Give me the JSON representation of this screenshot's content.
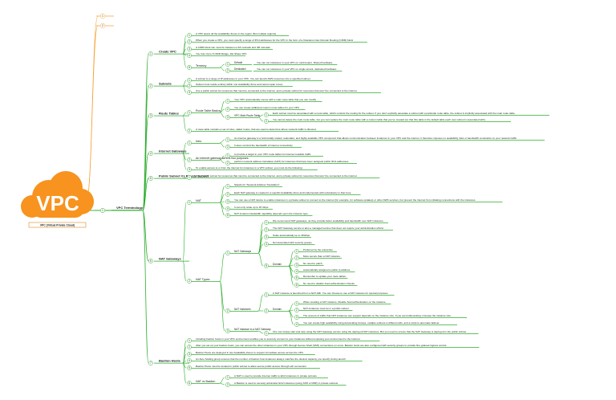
{
  "central": {
    "logo_text": "VPC",
    "title": "VPC (Virtual Private Cloud)"
  },
  "top_nodes": [
    "1",
    "2"
  ],
  "main": {
    "num": "1",
    "label": "VPC Terminology"
  },
  "branches": [
    {
      "num": "1",
      "label": "Create VPC",
      "children": [
        {
          "num": "1",
          "text": "A VPC spans all the Availability Zones in the region (Not multiple regions)"
        },
        {
          "num": "2",
          "text": "When you create a VPC, you must specify a range of IPv4 addresses for the VPC in the form of a Classless Inter-Domain Routing (CIDR) block"
        },
        {
          "num": "3",
          "text": "A CIDR block can must be between a /16 netmask and /28 netmask"
        },
        {
          "num": "4",
          "text": "You Can Up to 5 CIDR Range, We Share VPC"
        },
        {
          "num": "5",
          "text": "Tenancy",
          "children": [
            {
              "num": "1",
              "label": "Default",
              "text": "You can run instances in your VPC on multi tenant, Shared hardware."
            },
            {
              "num": "2",
              "label": "Dedicated",
              "text": "You can run instances in your VPC on single tenant, dedicated hardware."
            }
          ]
        }
      ]
    },
    {
      "num": "2",
      "label": "Subnets",
      "children": [
        {
          "num": "1",
          "text": "A subnet is a range of IP addresses in your VPC. You can launch AWS resources into a specified subnet."
        },
        {
          "num": "2",
          "text": "Subnet must reside entirely within one Availability Zone and cannot span zones"
        },
        {
          "num": "3",
          "text": "Use a public subnet for resources that must be connected to the internet, and a private subnet for resources that won't be connected to the internet."
        }
      ]
    },
    {
      "num": "3",
      "label": "Route Tables",
      "children": [
        {
          "num": "1",
          "text": "Route Table Basics",
          "children": [
            {
              "num": "1",
              "text": "Your VPC automatically comes with a main route table that you can modify."
            },
            {
              "num": "2",
              "text": "You can create additional custom route tables for your VPC."
            },
            {
              "num": "3",
              "text": "VPC Main Route Table",
              "children": [
                {
                  "num": "1",
                  "text": "Each subnet must be associated with a route table, which controls the routing for the subnet. If you don't explicitly associate a subnet with a particular route table, the subnet is implicitly associated with the main route table."
                },
                {
                  "num": "2",
                  "text": "You cannot delete the main route table, but you can replace the main route table with a custom table that you've created (so that this table is the default table each new subnet is associated with)."
                }
              ]
            }
          ]
        },
        {
          "num": "2",
          "text": "A route table contains a set of rules, called routes, that are used to determine where network traffic is directed."
        }
      ]
    },
    {
      "num": "4",
      "label": "Internet Gateways",
      "children": [
        {
          "num": "1",
          "text": "Intro",
          "children": [
            {
              "num": "1",
              "text": "An internet gateway is a horizontally scaled, redundant, and highly available VPC component that allows communication between instances in your VPC and the internet. It therefore imposes no availability risks or bandwidth constraints on your network traffic."
            },
            {
              "num": "2",
              "text": "It does not limit the bandwidth of Internet connectivity"
            }
          ]
        },
        {
          "num": "2",
          "text": "An internet gateway serves two purposes",
          "children": [
            {
              "num": "1",
              "text": "to provide a target in your VPC route tables for internet-routable traffic"
            },
            {
              "num": "2",
              "text": "perform network address translation (NAT) for instances that have been assigned public IPv4 addresses."
            }
          ]
        },
        {
          "num": "3",
          "text": "To enable access to or from the internet for instances in a VPC subnet, you must do the following:"
        }
      ]
    },
    {
      "num": "5",
      "label": "Public Subnet Vs Private Subnet",
      "children": [
        {
          "num": "1",
          "text": "Use a public subnet for resources that must be connected to the internet, and a private subnet for resources that won't be connected to the internet"
        }
      ]
    },
    {
      "num": "6",
      "label": "NAT Gateways",
      "children": [
        {
          "num": "1",
          "text": "NAT",
          "children": [
            {
              "num": "1",
              "text": "Stands for \"Network Address Translation\""
            },
            {
              "num": "2",
              "text": "Each NAT gateway is created in a specific Availability Zone and implemented with redundancy in that zone."
            },
            {
              "num": "3",
              "text": "You can use a NAT device to enable instances in a private subnet to connect to the internet (for example, for software updates) or other AWS services, but prevent the internet from initiating connections with the instances."
            },
            {
              "num": "4",
              "text": "It can only scale up to 45 Gbps."
            },
            {
              "num": "5",
              "text": "NAT instance bandwidth capability depends upon the instance type."
            }
          ]
        },
        {
          "num": "2",
          "text": "NAT Types",
          "children": [
            {
              "num": "1",
              "text": "NAT Gateways",
              "children": [
                {
                  "num": "1",
                  "text": "We recommend NAT gateways, as they provide better availability and bandwidth over NAT instances."
                },
                {
                  "num": "2",
                  "text": "The NAT Gateway service is also a managed service that does not require your administration efforts."
                },
                {
                  "num": "3",
                  "text": "Scale automatically up to 45Gbps"
                },
                {
                  "num": "4",
                  "text": "Not associated with security groups"
                },
                {
                  "num": "5",
                  "text": "Domain",
                  "children": [
                    {
                      "num": "1",
                      "text": "Preferred by the enterprise."
                    },
                    {
                      "num": "2",
                      "text": "More secure than a NAT instance."
                    },
                    {
                      "num": "3",
                      "text": "No need to patch."
                    },
                    {
                      "num": "4",
                      "text": "Automatically assigned a public ip address."
                    },
                    {
                      "num": "5",
                      "text": "Remember to update your route tables."
                    },
                    {
                      "num": "6",
                      "text": "No need to disable Source/Destination Checks."
                    }
                  ]
                }
              ]
            },
            {
              "num": "2",
              "text": "NAT Instances",
              "children": [
                {
                  "num": "1",
                  "text": "A NAT instance is launched from a NAT AMI. You can choose to use a NAT instance for special purposes."
                },
                {
                  "num": "2",
                  "text": "Domain",
                  "children": [
                    {
                      "num": "1",
                      "text": "When creating a NAT instance, Disable Source/Destination on the instance."
                    },
                    {
                      "num": "2",
                      "text": "NAT instances must be in a public subnet."
                    },
                    {
                      "num": "3",
                      "text": "The amount of traffic that NAT instances can support depends on the instance size. If you are bottlenecking, increase the instance size."
                    },
                    {
                      "num": "4",
                      "text": "You can create high availability using Autoscaling Groups, multiple subnets in different AZs, and a script to automate failover."
                    }
                  ]
                }
              ]
            },
            {
              "num": "3",
              "text": "NAT Instance to a NAT Gateway",
              "children": [
                {
                  "num": "1",
                  "text": "One can simply start and stop using the NAT Gateway service using the deployed NAT instances. But you need to ensure that the NAT Gateway is deployed in the public subnet."
                }
              ]
            }
          ]
        }
      ]
    },
    {
      "num": "7",
      "label": "Bastion Hosts",
      "children": [
        {
          "num": "1",
          "text": "Including bastion hosts in your VPC environment enables you to securely connect to your instances without exposing your environment to the Internet."
        },
        {
          "num": "2",
          "text": "After you set up your bastion hosts, you can access the other instances in your VPC through Secure Shell (SSH) connections on Linux. Bastion hosts are also configured with security groups to provide fine-grained ingress control."
        },
        {
          "num": "3",
          "text": "Bastion Hosts are deployed in two Availability Zones to support immediate access across the VPC."
        },
        {
          "num": "4",
          "text": "An Auto Scaling group ensures that the number of bastion host instances always matches the desired capacity you specify during launch."
        },
        {
          "num": "5",
          "text": "Bastion Hosts must be located in public subnet to allow secure public access through ssh connection."
        },
        {
          "num": "6",
          "text": "NAT vs Bastion",
          "children": [
            {
              "num": "1",
              "text": "A NAT is used to provide Internet traffic to EC2 instances in private subnets."
            },
            {
              "num": "2",
              "text": "A Bastion is used to securely administer EC2 instances (using SSH or RDP) in private subnets."
            }
          ]
        }
      ]
    }
  ]
}
